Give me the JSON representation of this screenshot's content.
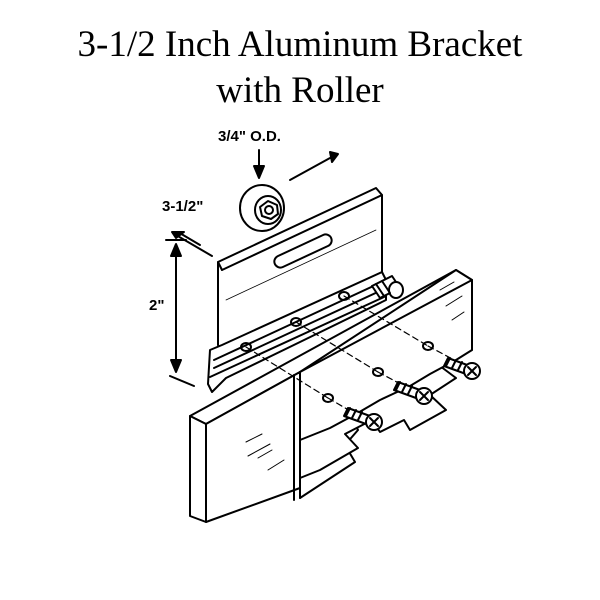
{
  "title": {
    "line1": "3-1/2 Inch Aluminum Bracket",
    "line2": "with Roller"
  },
  "dimensions": {
    "roller_od": "3/4\" O.D.",
    "bracket_length": "3-1/2\"",
    "bracket_height": "2\""
  }
}
